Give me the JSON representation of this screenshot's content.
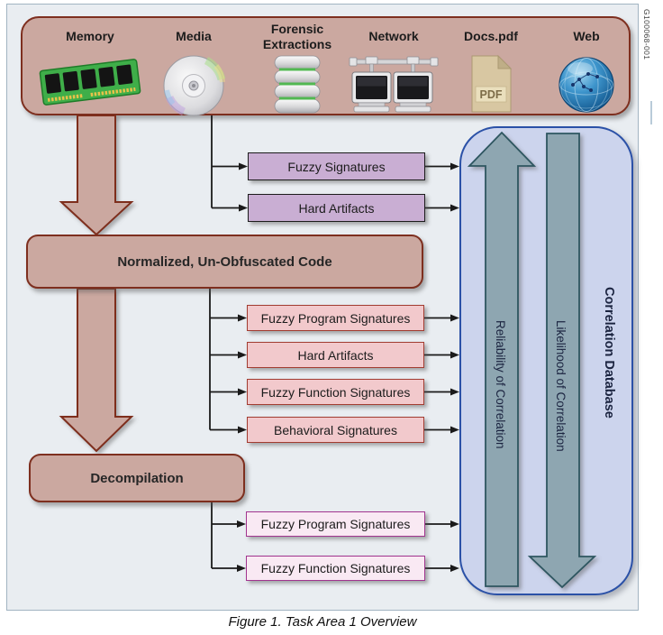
{
  "caption": "Figure 1. Task Area 1 Overview",
  "figure_id": "G100068-001",
  "sources": {
    "memory": {
      "label": "Memory"
    },
    "media": {
      "label": "Media"
    },
    "forensic": {
      "label": "Forensic Extractions"
    },
    "network": {
      "label": "Network"
    },
    "docs": {
      "label": "Docs.pdf"
    },
    "web": {
      "label": "Web"
    },
    "pdf_icon_text": "PDF"
  },
  "process": {
    "normalized": "Normalized, Un-Obfuscated Code",
    "decompilation": "Decompilation"
  },
  "signatures": {
    "from_sources": [
      "Fuzzy Signatures",
      "Hard Artifacts"
    ],
    "from_normalized": [
      "Fuzzy Program Signatures",
      "Hard Artifacts",
      "Fuzzy Function Signatures",
      "Behavioral Signatures"
    ],
    "from_decompilation": [
      "Fuzzy Program Signatures",
      "Fuzzy Function Signatures"
    ]
  },
  "database": {
    "title": "Correlation Database",
    "up_arrow_label": "Reliability of Correlation",
    "down_arrow_label": "Likelihood of Correlation"
  },
  "colors": {
    "mauve_fill": "#cba8a0",
    "mauve_border": "#7e2f1f",
    "purple_fill": "#c9aed3",
    "pink_fill": "#f2c9cc",
    "pink_border": "#a23c31",
    "magenta_fill": "#f9e9f3",
    "magenta_border": "#a1358f",
    "panel_fill": "#ccd4ed",
    "panel_border": "#2b51a7",
    "big_arrow_fill": "#8ea6b1",
    "big_arrow_border": "#2e5661",
    "connector": "#1a1a1a"
  }
}
